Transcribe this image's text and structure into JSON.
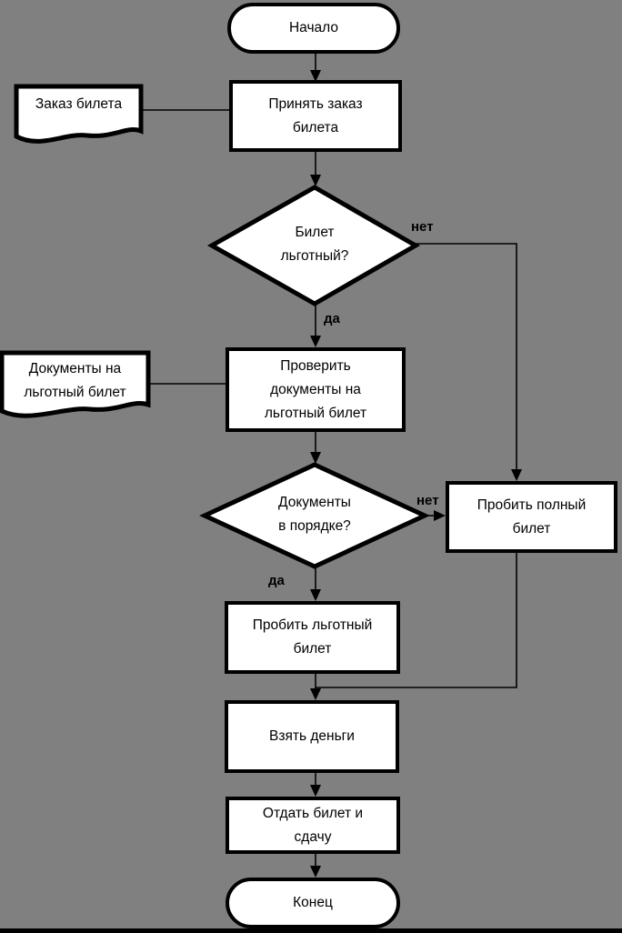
{
  "page": {
    "background_color": "#808080",
    "shape_fill_color": "#ffffff",
    "line_color": "#000000",
    "text_color": "#000000"
  },
  "flowchart": {
    "start": {
      "label": "Начало"
    },
    "accept_order": {
      "lines": [
        "Принять заказ",
        "билета"
      ]
    },
    "order_doc": {
      "lines": [
        "Заказ билета"
      ]
    },
    "decision_discount": {
      "lines": [
        "Билет",
        "льготный?"
      ]
    },
    "docs_doc": {
      "lines": [
        "Документы на",
        "льготный билет"
      ]
    },
    "check_docs": {
      "lines": [
        "Проверить",
        "документы на",
        "льготный билет"
      ]
    },
    "decision_docs_ok": {
      "lines": [
        "Документы",
        "в порядке?"
      ]
    },
    "full_ticket": {
      "lines": [
        "Пробить полный",
        "билет"
      ]
    },
    "discount_ticket": {
      "lines": [
        "Пробить льготный",
        "билет"
      ]
    },
    "take_money": {
      "lines": [
        "Взять деньги"
      ]
    },
    "give_ticket": {
      "lines": [
        "Отдать билет и",
        "сдачу"
      ]
    },
    "end": {
      "label": "Конец"
    },
    "edge_labels": {
      "discount_no": "нет",
      "discount_yes": "да",
      "docs_no": "нет",
      "docs_yes": "да"
    }
  }
}
